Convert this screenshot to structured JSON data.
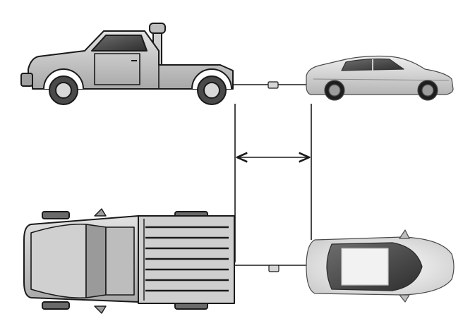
{
  "diagram": {
    "description_labels": [],
    "colors": {
      "background": "#ffffff",
      "outline": "#1a1a1a",
      "truck_body": "#c8c8c8",
      "truck_shade": "#9a9a9a",
      "truck_dark": "#5a5a5a",
      "car_body": "#d8d8d8",
      "car_shade": "#a9a9a9",
      "car_dark": "#2b2b2b",
      "tire": "#222222",
      "rim": "#bdbdbd",
      "connector": "#d0d0d0"
    },
    "components": {
      "side_view": [
        "tow-truck",
        "tow-bar",
        "towed-car"
      ],
      "top_view": [
        "tow-truck",
        "tow-bar",
        "towed-car"
      ],
      "dimension": "distance-between-vehicles"
    }
  }
}
